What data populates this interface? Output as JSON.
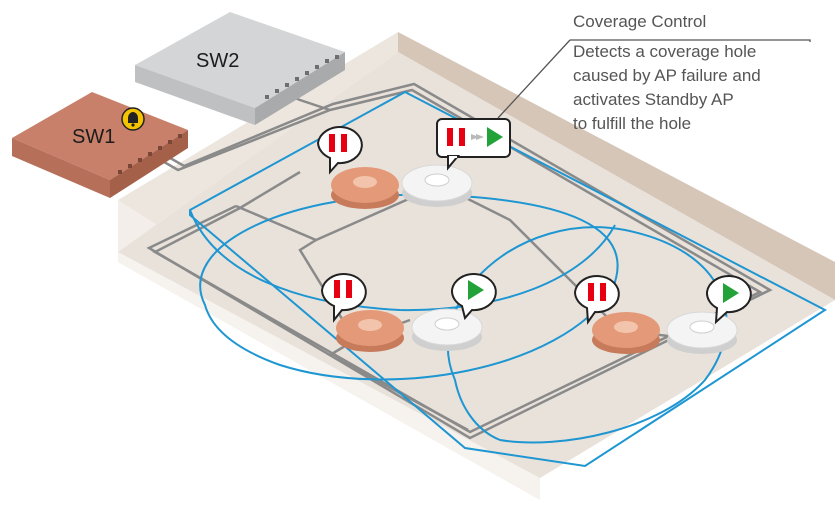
{
  "callout": {
    "title": "Coverage Control",
    "lines": [
      "Detects a coverage hole",
      "caused by AP failure and",
      "activates Standby AP",
      "to fulfill the hole"
    ]
  },
  "switches": [
    {
      "label": "SW2",
      "color": "#c9cacb",
      "alert": false
    },
    {
      "label": "SW1",
      "color": "#c9806a",
      "alert": true
    }
  ],
  "colors": {
    "coverage": "#1e96d2",
    "failed_ap": "#e49a78",
    "standby_ap": "#f4f4f4",
    "pause": "#e60012",
    "play": "#23a23a",
    "alert": "#f5c400",
    "floor": "#e8e0d9",
    "wall": "#d3c3b5",
    "cable": "#8a8a8a"
  },
  "icons": [
    "pause-icon",
    "play-icon",
    "alert-bell-icon",
    "activate-arrow-icon"
  ]
}
